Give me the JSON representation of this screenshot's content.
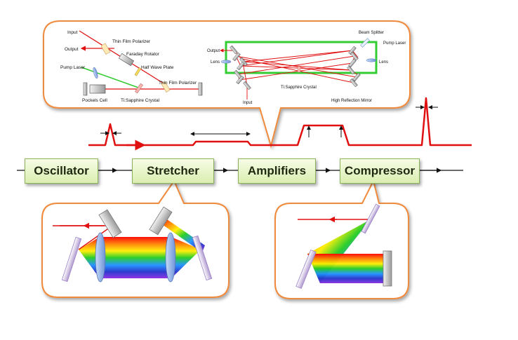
{
  "stages": [
    {
      "label": "Oscillator"
    },
    {
      "label": "Stretcher"
    },
    {
      "label": "Amplifiers"
    },
    {
      "label": "Compressor"
    }
  ],
  "regen_amplifier": {
    "input": "Input",
    "output": "Output",
    "thin_film_polarizer_top": "Thin Film Polarizer",
    "faraday_rotator": "Faraday Rotator",
    "half_wave_plate": "Half Wave Plate",
    "pump_laser": "Pump Laser",
    "thin_film_polarizer_bottom": "Thin Film Polarizer",
    "pockels_cell": "Pockels Cell",
    "crystal": "Ti:Sapphire Crystal"
  },
  "multipass_amplifier": {
    "beam_splitter": "Beam Splitter",
    "pump_laser": "Pump Laser",
    "output": "Output",
    "lens_left": "Lens",
    "lens_right": "Lens",
    "crystal": "Ti:Sapphire Crystal",
    "input": "Input",
    "mirror": "High Reflection Mirror"
  },
  "colors": {
    "beam": "#e01010",
    "pump": "#33cc33",
    "callout_border": "#f08a3c",
    "box_fill": "#dbeeb0",
    "box_border": "#8bb15a"
  }
}
